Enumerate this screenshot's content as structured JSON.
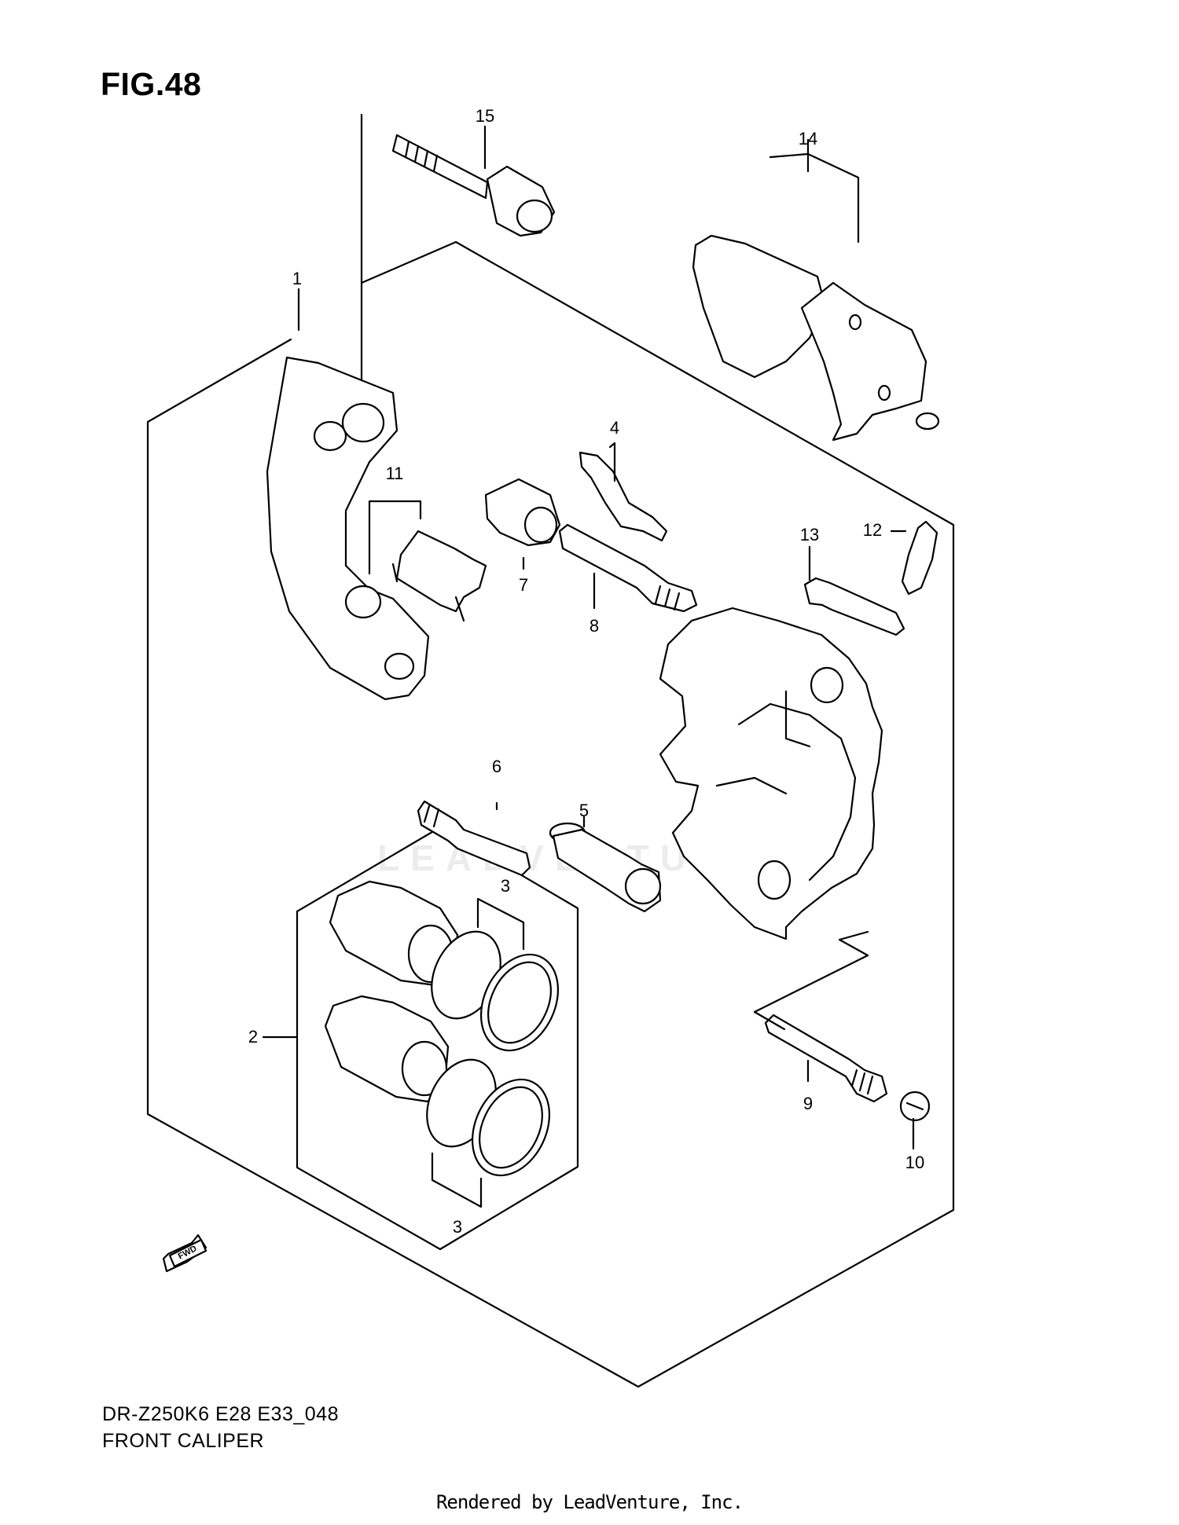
{
  "title": "FIG.48",
  "model_code": "DR-Z250K6 E28 E33_048",
  "figure_name": "FRONT CALIPER",
  "credit": "Rendered by LeadVenture, Inc.",
  "watermark": "LEADVENTURE",
  "direction_arrow_label": "FWD",
  "callouts": {
    "c1": "1",
    "c2": "2",
    "c3a": "3",
    "c3b": "3",
    "c4": "4",
    "c5": "5",
    "c6": "6",
    "c7": "7",
    "c8": "8",
    "c9": "9",
    "c10": "10",
    "c11": "11",
    "c12": "12",
    "c13": "13",
    "c14": "14",
    "c15": "15"
  }
}
